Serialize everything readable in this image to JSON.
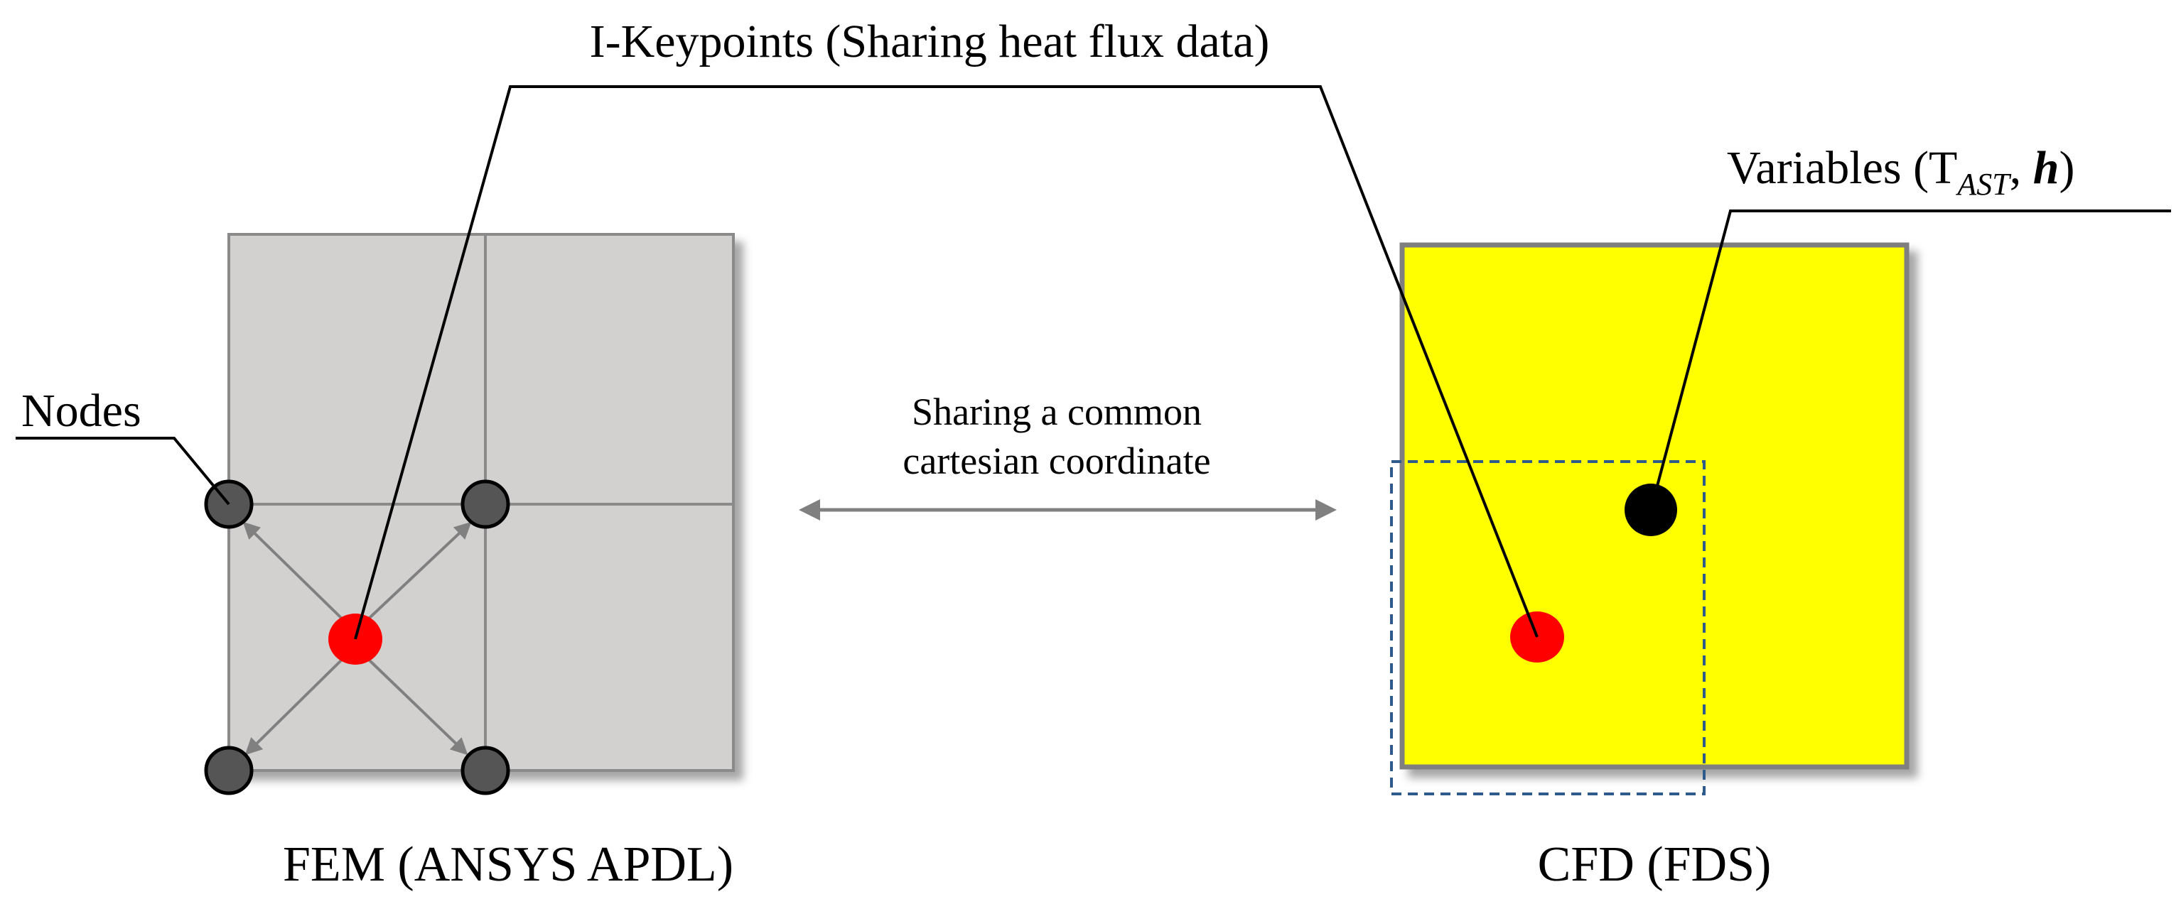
{
  "labels": {
    "keypoints": "I-Keypoints (Sharing heat flux data)",
    "variables_prefix": "Variables  (T",
    "variables_subscript": "AST",
    "variables_sep": ", ",
    "variables_h": "h",
    "variables_suffix": ")",
    "nodes": "Nodes",
    "coordinate_line1": "Sharing a common",
    "coordinate_line2": "cartesian coordinate",
    "fem_caption": "FEM (ANSYS APDL)",
    "cfd_caption": "CFD (FDS)"
  },
  "colors": {
    "fem_panel": "#d3d0d0",
    "cfd_panel": "#ffff00",
    "keypoint": "#ff0000",
    "node": "#555555",
    "variable_point": "#000000",
    "arrow": "#808080",
    "dashed_box": "#2e5b8c"
  }
}
